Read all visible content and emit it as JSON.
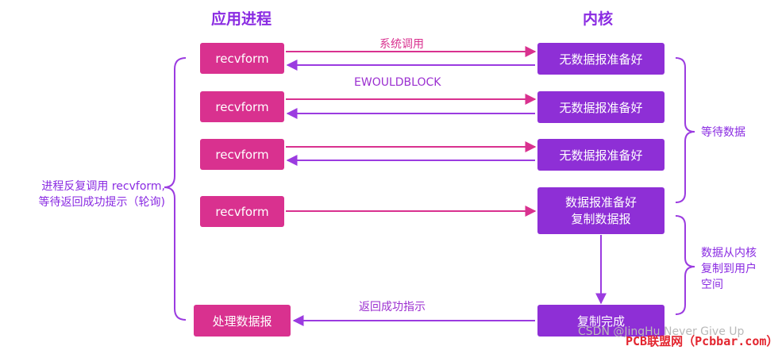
{
  "headers": {
    "app": "应用进程",
    "kernel": "内核"
  },
  "app_boxes": [
    "recvform",
    "recvform",
    "recvform",
    "recvform",
    "处理数据报"
  ],
  "kernel_boxes": {
    "k1": "无数据报准备好",
    "k2": "无数据报准备好",
    "k3": "无数据报准备好",
    "k4_line1": "数据报准备好",
    "k4_line2": "复制数据报",
    "k5": "复制完成"
  },
  "arrow_labels": {
    "syscall": "系统调用",
    "ewouldblock": "EWOULDBLOCK",
    "return_ok": "返回成功指示"
  },
  "left_brace_text": {
    "line1": "进程反复调用 recvform,",
    "line2": "等待返回成功提示（轮询)"
  },
  "right_brace_text": {
    "wait": "等待数据",
    "copy_line1": "数据从内核",
    "copy_line2": "复制到用户",
    "copy_line3": "空间"
  },
  "watermark": {
    "csdn": "CSDN @JingHu Never Give Up",
    "pcb": "PCB联盟网（Pcbbar.com）"
  },
  "colors": {
    "app": "#d9318f",
    "kernel": "#8e2fd6",
    "accent": "#8a2be2"
  }
}
